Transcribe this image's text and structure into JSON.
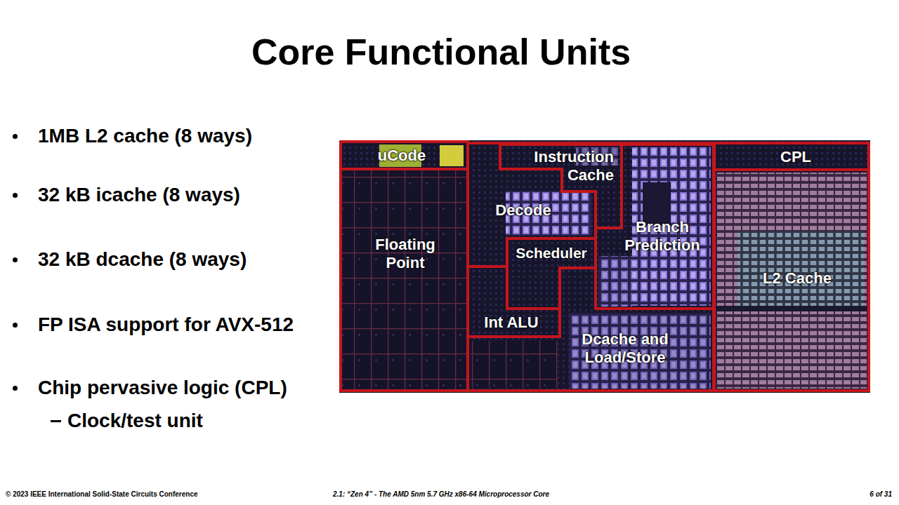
{
  "diagram": {
    "title": "Core Functional Units",
    "nodes": [
      {
        "text": [
          "uCode"
        ]
      },
      {
        "text": [
          "Instruction Cache"
        ]
      },
      {
        "text": [
          "CPL"
        ]
      },
      {
        "text": [
          "Decode"
        ]
      },
      {
        "text": [
          "Floating Point"
        ]
      },
      {
        "text": [
          "Branch Prediction"
        ]
      },
      {
        "text": [
          "Scheduler"
        ]
      },
      {
        "text": [
          "L2 Cache"
        ]
      },
      {
        "text": [
          "Int ALU"
        ]
      },
      {
        "text": [
          "Dcache and Load/Store"
        ]
      }
    ],
    "labels": [
      "1MB L2 cache (8 ways)",
      "32 kB icache (8 ways)",
      "32 kB dcache (8 ways)",
      "FP ISA support for AVX-512",
      "Chip pervasive logic (CPL)",
      "Clock/test unit",
      "© 2023 IEEE International Solid-State Circuits Conference",
      "2.1: “Zen 4” - The AMD 5nm 5.7 GHz x86-64 Microprocessor Core",
      "6 of 31"
    ]
  }
}
